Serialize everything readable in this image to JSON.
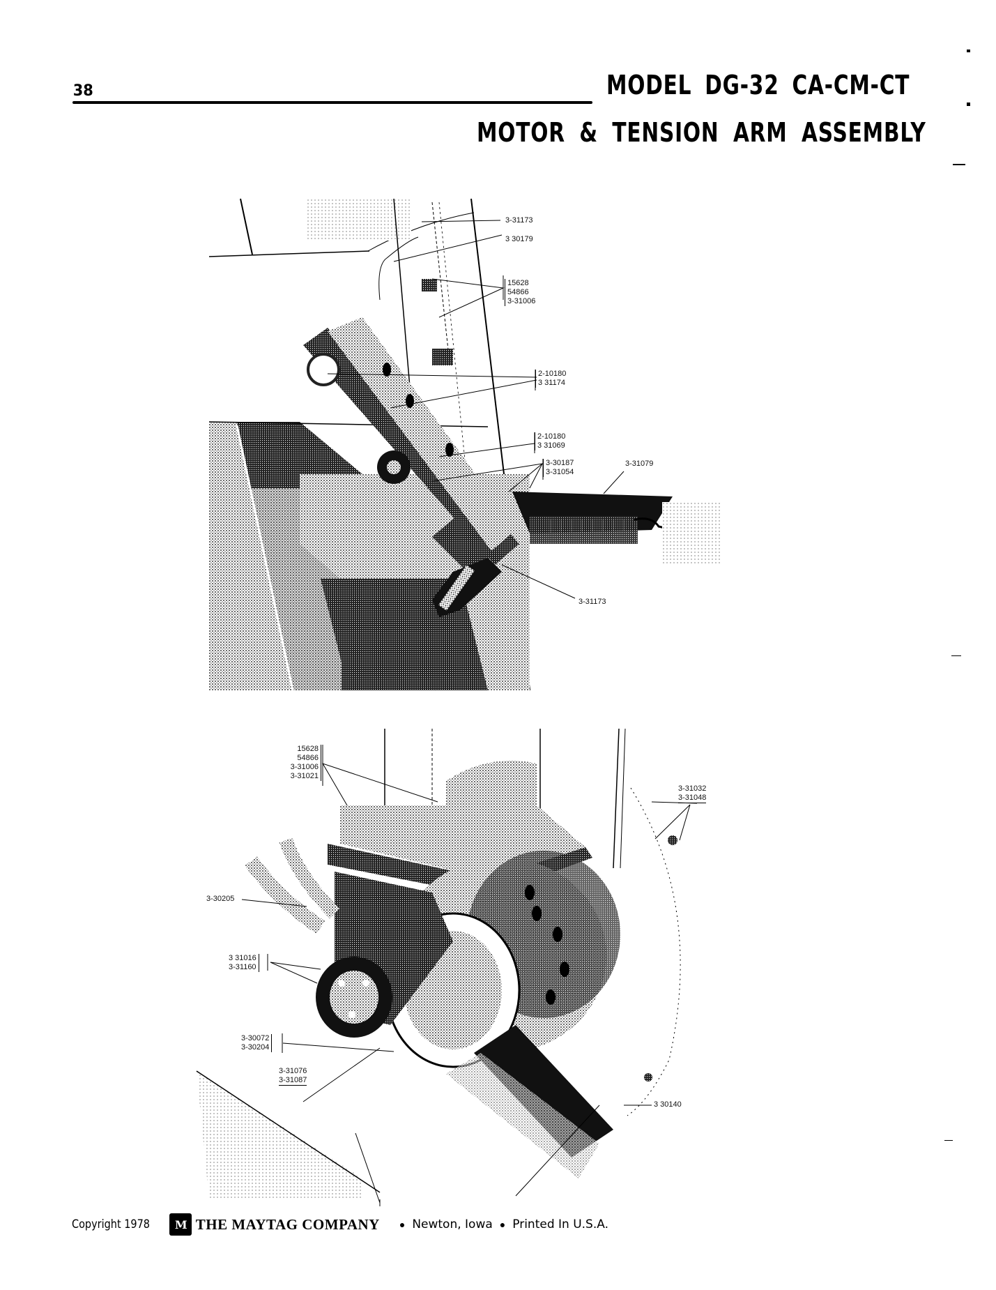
{
  "header": {
    "page_number": "38",
    "model_line": "MODEL DG-32 CA-CM-CT",
    "section_title": "MOTOR & TENSION ARM ASSEMBLY"
  },
  "figures": {
    "top": {
      "name": "tension-arm-assembly-photo",
      "callouts": [
        {
          "id": "c1",
          "parts": [
            "3-31173"
          ]
        },
        {
          "id": "c2",
          "parts": [
            "3 30179"
          ]
        },
        {
          "id": "c3",
          "parts": [
            "15628",
            "54866",
            "3-31006"
          ]
        },
        {
          "id": "c4",
          "parts": [
            "2-10180",
            "3 31174"
          ]
        },
        {
          "id": "c5",
          "parts": [
            "2-10180",
            "3 31069"
          ]
        },
        {
          "id": "c6",
          "parts": [
            "3-30187",
            "3-31054"
          ]
        },
        {
          "id": "c7",
          "parts": [
            "3-31079"
          ]
        },
        {
          "id": "c8",
          "parts": [
            "3-31173"
          ]
        }
      ]
    },
    "bottom": {
      "name": "motor-assembly-photo",
      "callouts": [
        {
          "id": "d1",
          "parts": [
            "15628",
            "54866",
            "3-31006",
            "3-31021"
          ]
        },
        {
          "id": "d2",
          "parts": [
            "3-31032",
            "3-31048"
          ]
        },
        {
          "id": "d3",
          "parts": [
            "3-30205"
          ]
        },
        {
          "id": "d4",
          "parts": [
            "3 31016",
            "3-31160"
          ]
        },
        {
          "id": "d5",
          "parts": [
            "3-30072",
            "3-30204"
          ]
        },
        {
          "id": "d6",
          "parts": [
            "3-31076",
            "3-31087"
          ]
        },
        {
          "id": "d7",
          "parts": [
            "3 30140"
          ]
        }
      ]
    }
  },
  "footer": {
    "copyright": "Copyright 1978",
    "logo_glyph": "M",
    "company": "THE MAYTAG COMPANY",
    "bullet": "●",
    "city": "Newton, Iowa",
    "printed": "Printed In U.S.A."
  }
}
